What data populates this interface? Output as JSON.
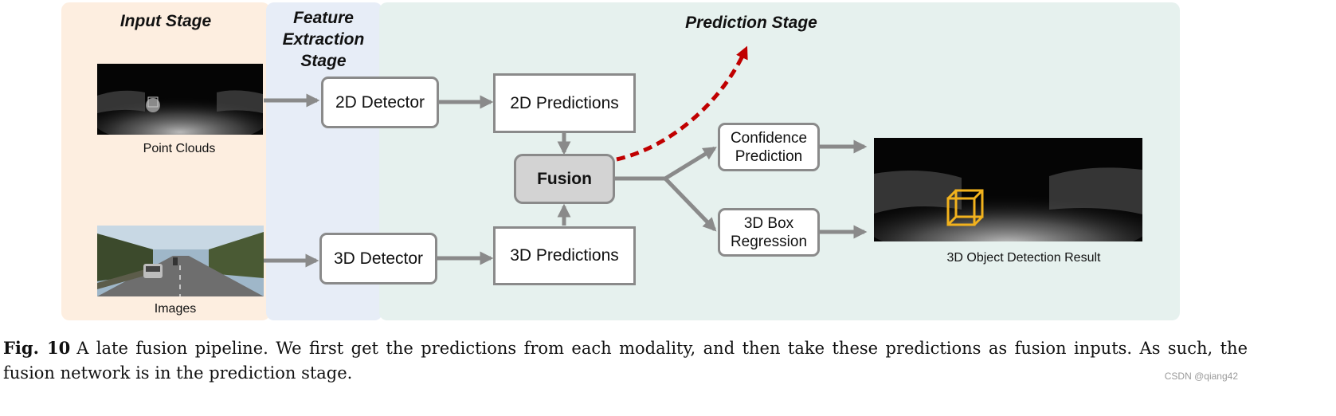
{
  "stages": {
    "input": "Input Stage",
    "feature": "Feature Extraction Stage",
    "prediction": "Prediction Stage"
  },
  "labels": {
    "point_clouds": "Point Clouds",
    "images": "Images",
    "result": "3D Object Detection Result"
  },
  "boxes": {
    "det2d": "2D Detector",
    "det3d": "3D Detector",
    "pred2d": "2D Predictions",
    "pred3d": "3D Predictions",
    "fusion": "Fusion",
    "confidence": "Confidence Prediction",
    "box_regression": "3D Box Regression"
  },
  "caption": {
    "label": "Fig. 10",
    "text": "A late fusion pipeline. We first get the predictions from each modality, and then take these predictions as fusion inputs. As such, the fusion network is in the prediction stage."
  },
  "watermark": "CSDN @qiang42",
  "colors": {
    "input_bg": "#fdeee0",
    "feature_bg": "#e7edf7",
    "prediction_bg": "#e6f1ee",
    "arrow": "#8a8a8a",
    "dashed_arrow": "#c00000",
    "result_box": "#f2b21d"
  }
}
